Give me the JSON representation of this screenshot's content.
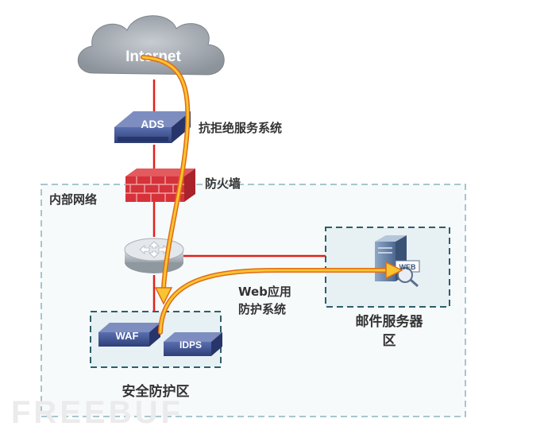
{
  "labels": {
    "internet": "Internet",
    "ads_device": "ADS",
    "ads_caption": "抗拒绝服务系统",
    "firewall_caption": "防火墙",
    "internal_network": "内部网络",
    "web_protect_line1": "Web应用",
    "web_protect_line2": "防护系统",
    "mail_zone_line1": "邮件服务器",
    "mail_zone_line2": "区",
    "waf_device": "WAF",
    "idps_device": "IDPS",
    "web_badge": "WEB",
    "security_zone": "安全防护区",
    "watermark": "FREEBUF"
  },
  "colors": {
    "link": "#e0201b",
    "flow_fill": "#f7c531",
    "flow_stroke": "#e36a15",
    "zone_border": "#6aa0ad",
    "zone_fill": "#eef4f6",
    "device_blue": "#3a4f8f",
    "cloud": "#9aa0a8",
    "firewall": "#d6323a"
  }
}
